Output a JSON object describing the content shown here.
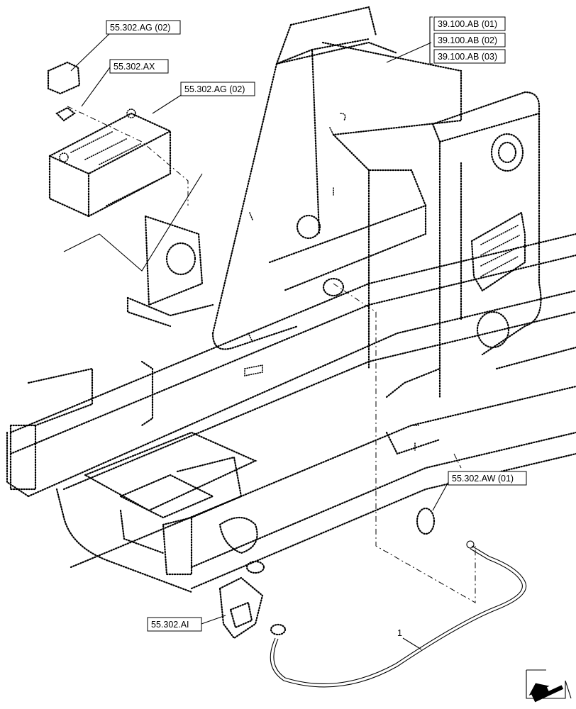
{
  "callouts": {
    "battery_cap": "55.302.AG (02)",
    "cable_clamp": "55.302.AX",
    "battery": "55.302.AG (02)",
    "frame_1": "39.100.AB (01)",
    "frame_2": "39.100.AB (02)",
    "frame_3": "39.100.AB (03)",
    "ground_strap": "55.302.AW (01)",
    "switch": "55.302.AI"
  },
  "item_number": "1",
  "icons": {
    "view_direction": "view-arrow-icon"
  }
}
